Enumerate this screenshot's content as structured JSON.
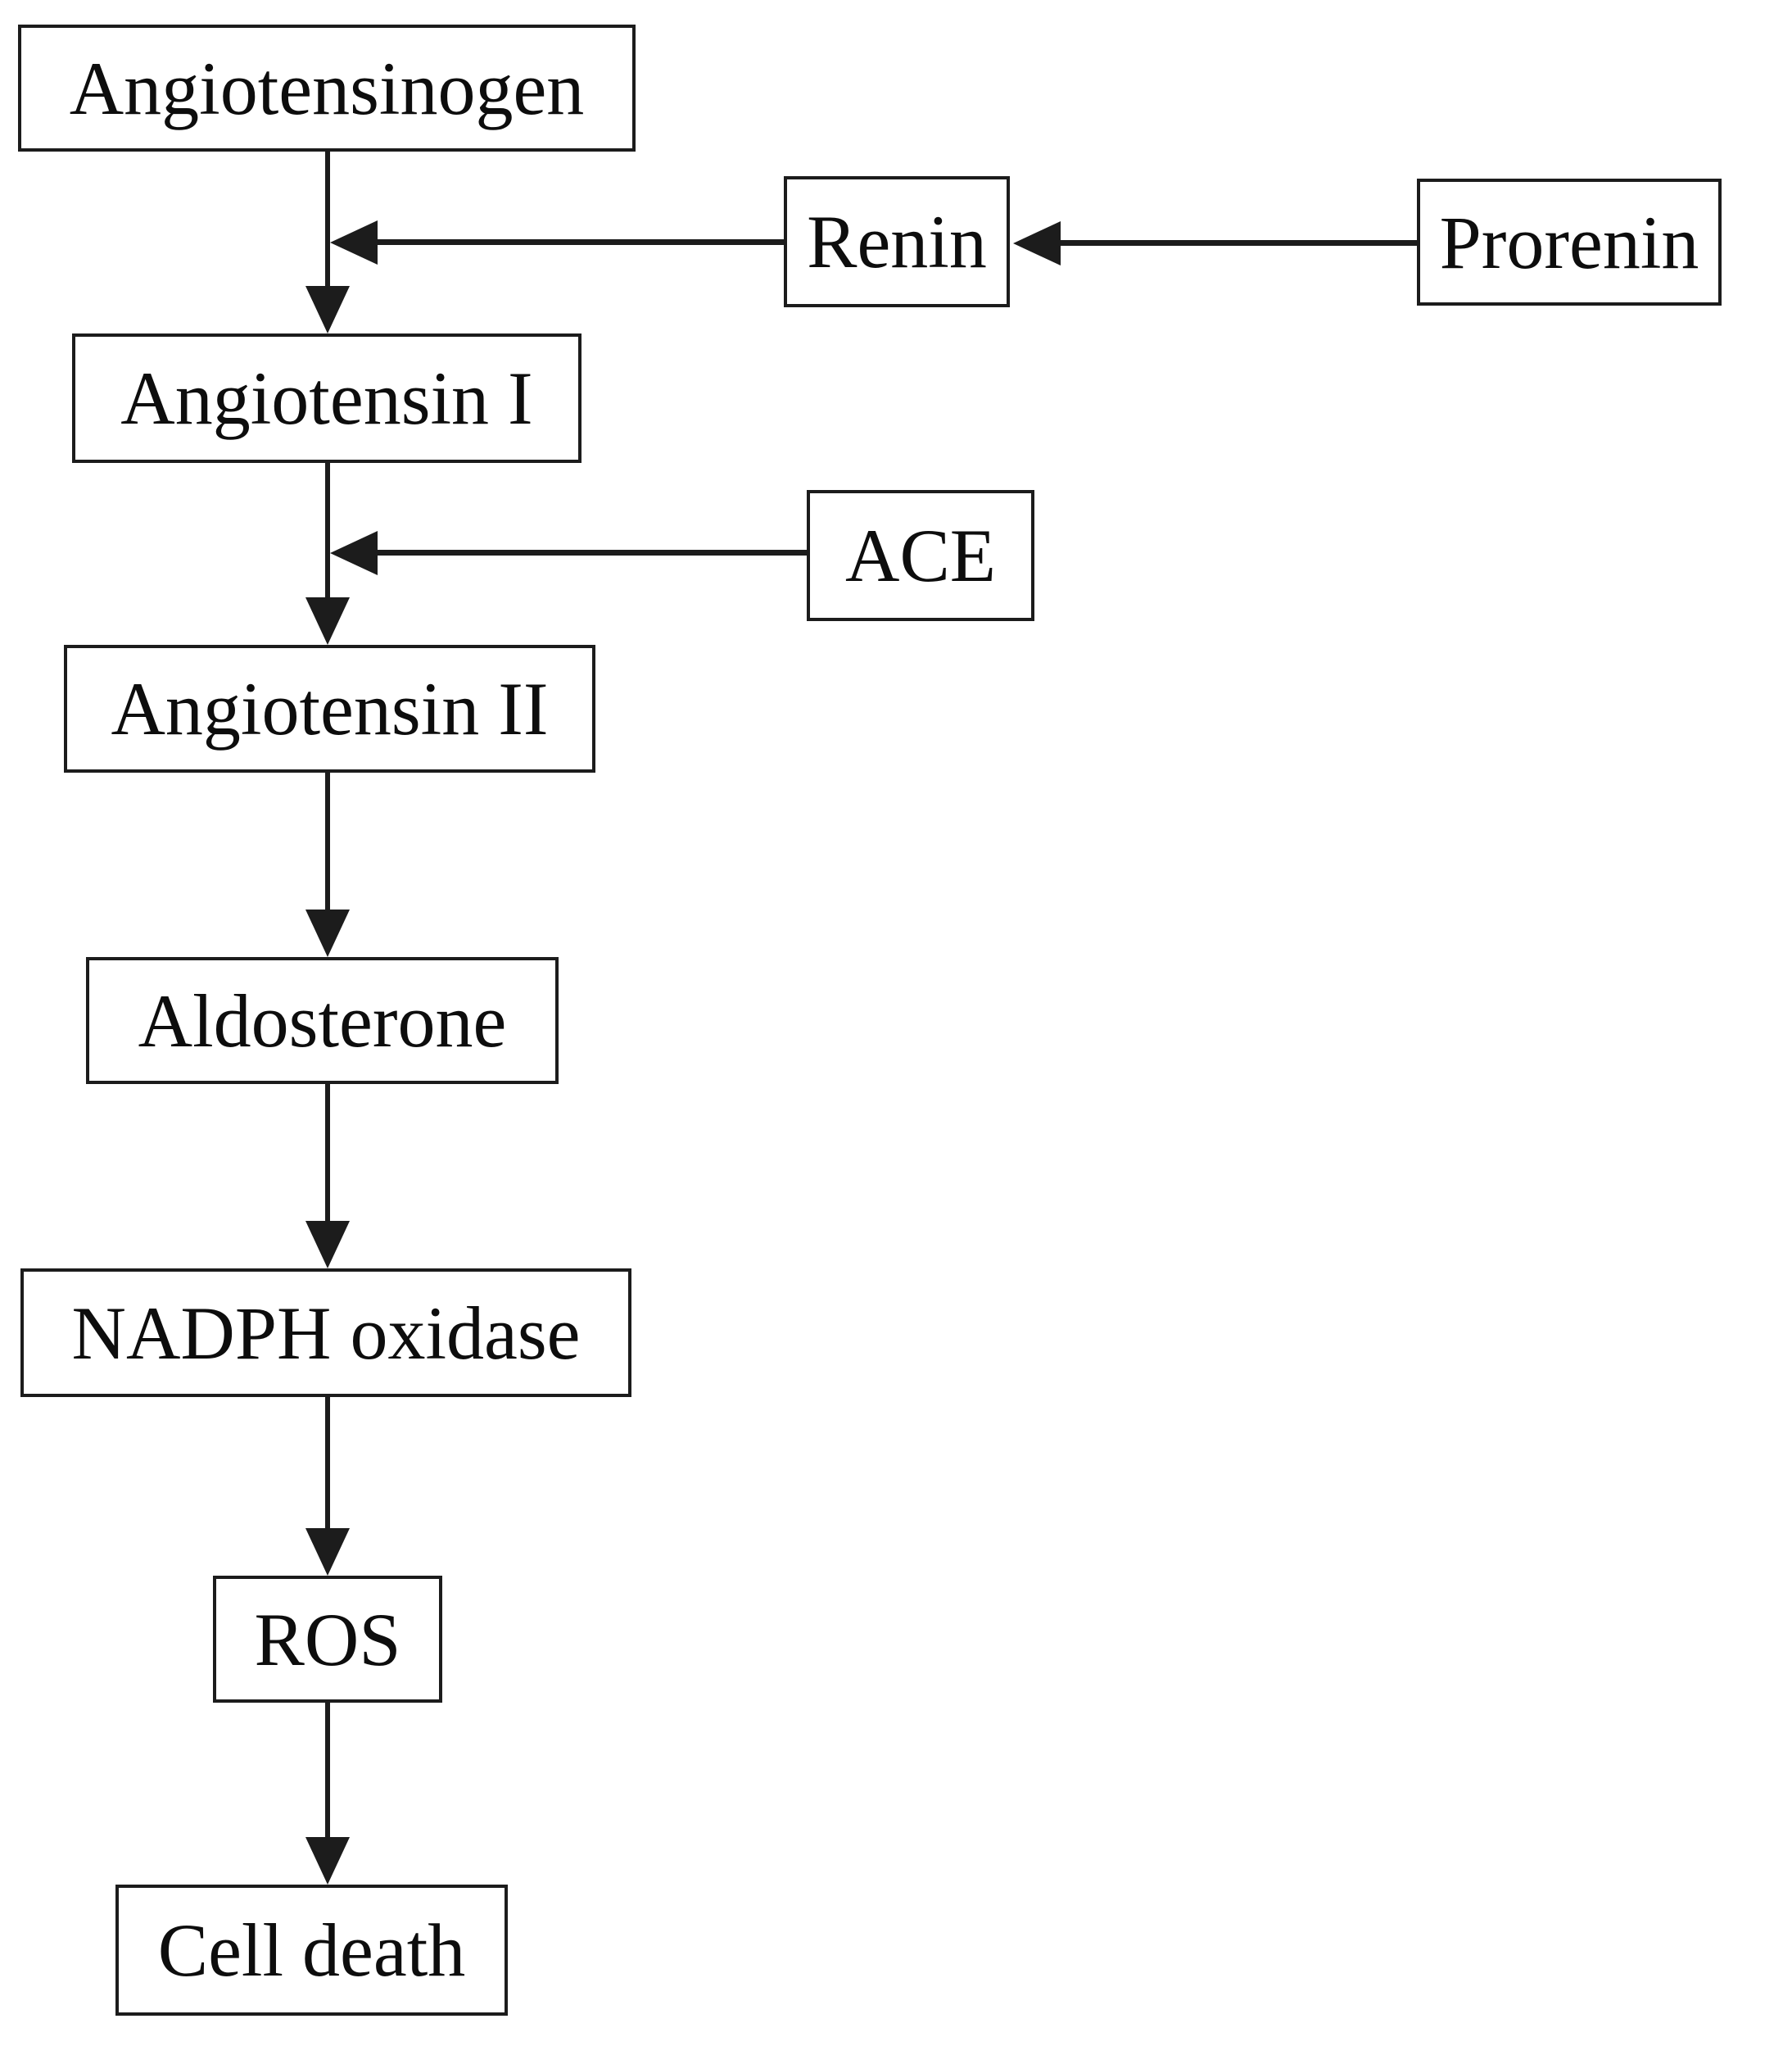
{
  "diagram": {
    "type": "flowchart",
    "description": "Renin-angiotensin pathway leading to cell death",
    "colors": {
      "background": "#ffffff",
      "line": "#1c1c1c",
      "text": "#0d0d0d",
      "box_fill": "#ffffff"
    },
    "nodes": {
      "angiotensinogen": {
        "label": "Angiotensinogen"
      },
      "renin": {
        "label": "Renin"
      },
      "prorenin": {
        "label": "Prorenin"
      },
      "angiotensin_i": {
        "label": "Angiotensin I"
      },
      "ace": {
        "label": "ACE"
      },
      "angiotensin_ii": {
        "label": "Angiotensin II"
      },
      "aldosterone": {
        "label": "Aldosterone"
      },
      "nadph_oxidase": {
        "label": "NADPH oxidase"
      },
      "ros": {
        "label": "ROS"
      },
      "cell_death": {
        "label": "Cell death"
      }
    },
    "edges": [
      {
        "from": "angiotensinogen",
        "to": "angiotensin_i",
        "style": "arrow-down"
      },
      {
        "from": "prorenin",
        "to": "renin",
        "style": "arrow-left"
      },
      {
        "from": "renin",
        "to": "angiotensinogen_angiotensin_i_connector",
        "style": "arrow-left"
      },
      {
        "from": "ace",
        "to": "angiotensin_i_angiotensin_ii_connector",
        "style": "arrow-left"
      },
      {
        "from": "angiotensin_i",
        "to": "angiotensin_ii",
        "style": "arrow-down"
      },
      {
        "from": "angiotensin_ii",
        "to": "aldosterone",
        "style": "arrow-down"
      },
      {
        "from": "aldosterone",
        "to": "nadph_oxidase",
        "style": "arrow-down"
      },
      {
        "from": "nadph_oxidase",
        "to": "ros",
        "style": "arrow-down"
      },
      {
        "from": "ros",
        "to": "cell_death",
        "style": "arrow-down"
      }
    ]
  }
}
